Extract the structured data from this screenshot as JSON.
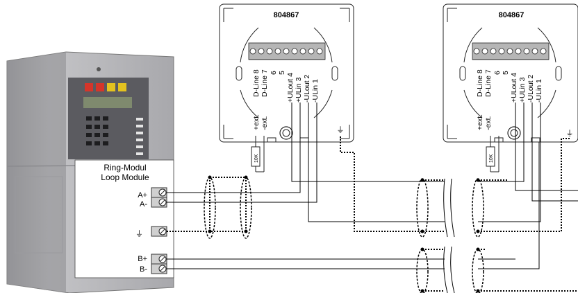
{
  "panel": {
    "module_title_line1": "Ring-Modul",
    "module_title_line2": "Loop Module",
    "terminals": [
      "A+",
      "A-",
      "B+",
      "B-"
    ],
    "ground_symbol": "⏚"
  },
  "base_left": {
    "part_number": "804867",
    "terminal_labels": [
      "+ext.",
      "-ext.",
      "D-Line 8",
      "D-Line 7",
      "6",
      "5",
      "+ULout 4",
      "+ULin 3",
      "-ULout 2",
      "-ULin 1"
    ],
    "resistor_label": "10K"
  },
  "base_right": {
    "part_number": "804867",
    "terminal_labels": [
      "+ext.",
      "-ext.",
      "D-Line 8",
      "D-Line 7",
      "6",
      "5",
      "+ULout 4",
      "+ULin 3",
      "-ULout 2",
      "-ULin 1"
    ],
    "resistor_label": "10K"
  },
  "colors": {
    "line": "#000000",
    "panel_body": "#b5b5b8",
    "panel_display": "#4a4a4e",
    "base_fill": "#ffffff"
  }
}
